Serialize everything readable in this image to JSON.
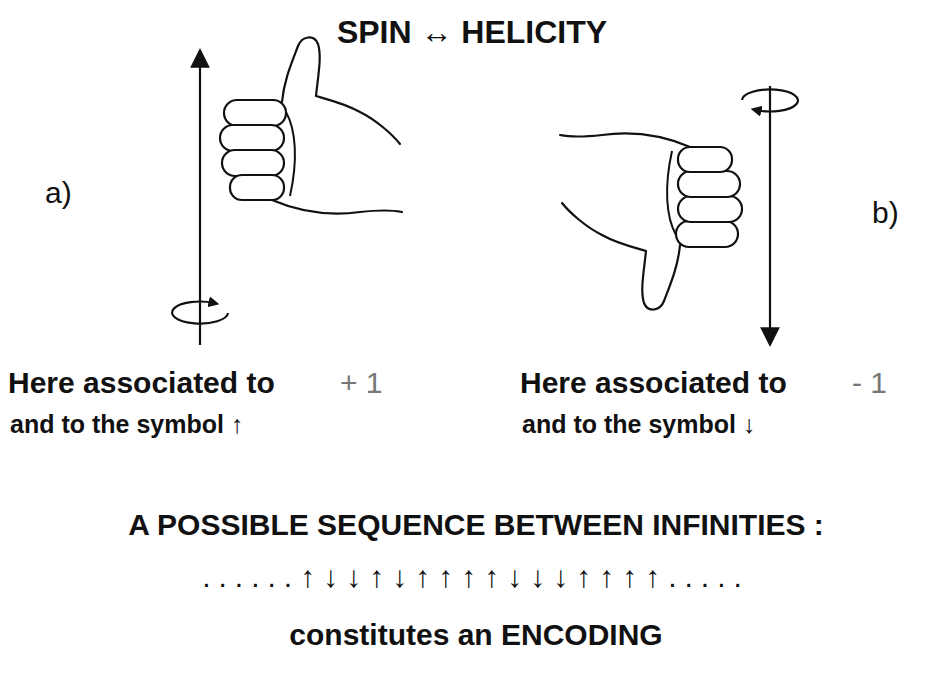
{
  "diagram": {
    "title": "SPIN ↔ HELICITY",
    "labels": [
      "a)",
      "b)",
      "Here associated to",
      "+ 1",
      "and to the symbol ↑",
      "Here associated to",
      "- 1",
      "and to the symbol ↓",
      "A POSSIBLE SEQUENCE BETWEEN INFINITIES :",
      "......↑↓↓↑↓↑↑↑↑↓↓↓↑↑↑↑.....",
      "constitutes an ENCODING"
    ]
  }
}
